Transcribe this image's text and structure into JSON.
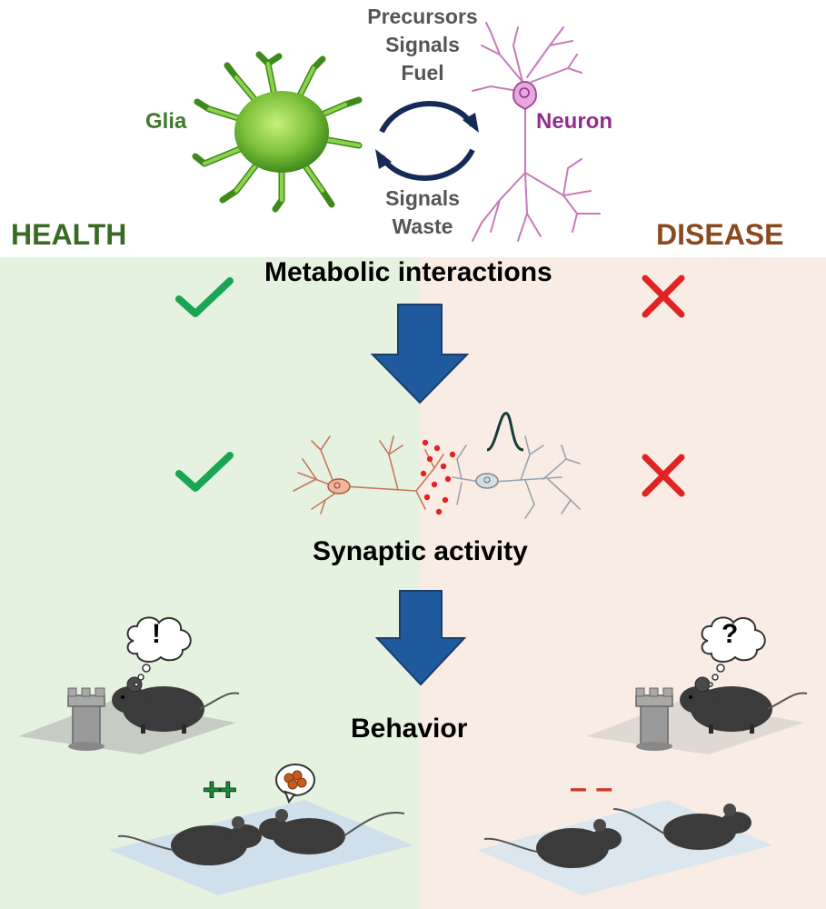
{
  "top": {
    "glia_label": "Glia",
    "neuron_label": "Neuron",
    "to_neuron": [
      "Precursors",
      "Signals",
      "Fuel"
    ],
    "to_glia": [
      "Signals",
      "Waste"
    ]
  },
  "sides": {
    "health": "HEALTH",
    "disease": "DISEASE"
  },
  "steps": {
    "metabolic": "Metabolic interactions",
    "synaptic": "Synaptic activity",
    "behavior": "Behavior"
  },
  "thoughts": {
    "health": "!",
    "disease": "?"
  },
  "social": {
    "health_mark": "++",
    "disease_mark": "– –"
  },
  "colors": {
    "health_bg": "#e6f2e0",
    "disease_bg": "#f9ece4",
    "health_text": "#3a6b24",
    "disease_text": "#8a4a20",
    "glia_text": "#3f7a2a",
    "neuron_text": "#8e2f8a",
    "arrow_blue": "#1f5a9e",
    "check_green": "#1aa552",
    "cross_red": "#e02424"
  }
}
